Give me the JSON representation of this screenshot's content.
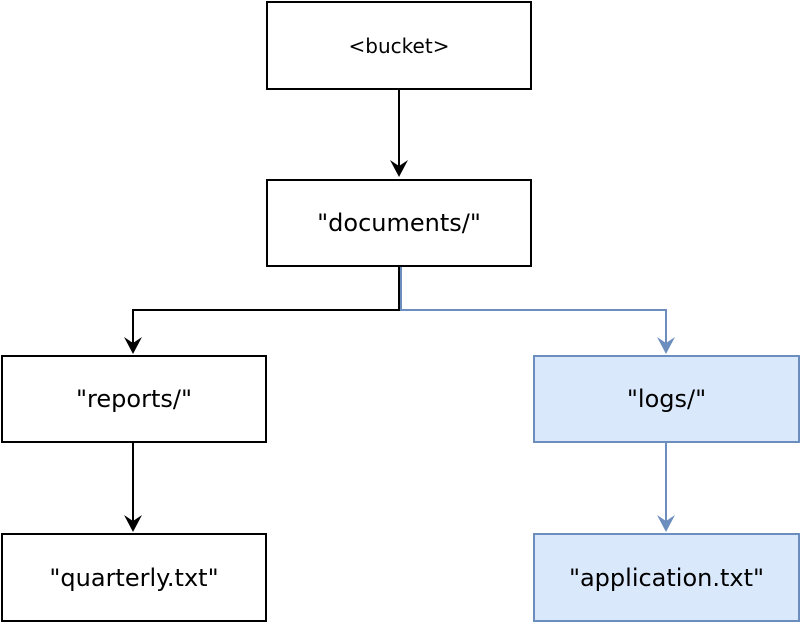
{
  "diagram": {
    "nodes": {
      "bucket": "<bucket>",
      "documents": "\"documents/\"",
      "reports": "\"reports/\"",
      "logs": "\"logs/\"",
      "quarterly": "\"quarterly.txt\"",
      "application": "\"application.txt\""
    },
    "edges": [
      {
        "from": "bucket",
        "to": "documents",
        "color": "#000000"
      },
      {
        "from": "documents",
        "to": "reports",
        "color": "#000000"
      },
      {
        "from": "documents",
        "to": "logs",
        "color": "#6c8ebf"
      },
      {
        "from": "reports",
        "to": "quarterly",
        "color": "#000000"
      },
      {
        "from": "logs",
        "to": "application",
        "color": "#6c8ebf"
      }
    ],
    "colors": {
      "default_stroke": "#000000",
      "highlight_stroke": "#6c8ebf",
      "highlight_fill": "#dae8fc"
    }
  }
}
